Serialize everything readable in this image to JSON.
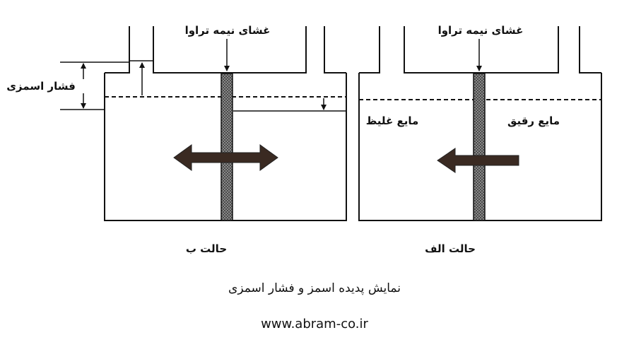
{
  "diagram": {
    "membrane_label": "غشای نیمه تراوا",
    "osmotic_pressure_label": "فشار اسمزی",
    "thick_liquid_label": "مایع غلیظ",
    "thin_liquid_label": "مایع رقیق",
    "state_b_label": "حالت ب",
    "state_a_label": "حالت الف"
  },
  "caption": "نمایش پدیده اسمز و فشار اسمزی",
  "website": "www.abram-co.ir"
}
